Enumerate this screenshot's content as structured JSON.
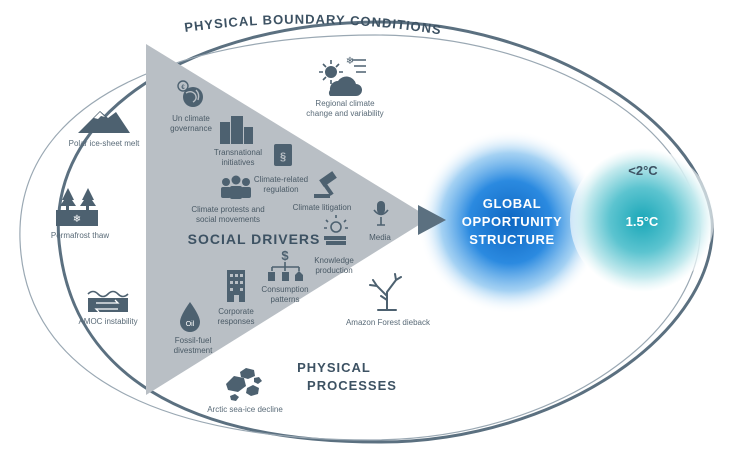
{
  "colors": {
    "ring": "#5b7080",
    "triangle": "#b9bfc5",
    "glow_blue": "#1e7fd6",
    "glow_teal": "#7fd0dc",
    "text_dark": "#3d5263"
  },
  "boundary_title": "PHYSICAL BOUNDARY CONDITIONS",
  "social_drivers": {
    "title": "SOCIAL DRIVERS",
    "items": [
      {
        "label": [
          "Un climate",
          "governance"
        ],
        "icon": "globe-icon"
      },
      {
        "label": [
          "Transnational",
          "initiatives"
        ],
        "icon": "buildings-icon"
      },
      {
        "label": [
          "Climate-related",
          "regulation"
        ],
        "icon": "document-icon"
      },
      {
        "label": [
          "Climate protests and",
          "social movements"
        ],
        "icon": "crowd-icon"
      },
      {
        "label": [
          "Climate litigation"
        ],
        "icon": "gavel-icon"
      },
      {
        "label": [
          "Media"
        ],
        "icon": "microphone-icon"
      },
      {
        "label": [
          "Knowledge",
          "production"
        ],
        "icon": "lightbulb-books-icon"
      },
      {
        "label": [
          "Consumption",
          "patterns"
        ],
        "icon": "dollar-tree-icon"
      },
      {
        "label": [
          "Corporate",
          "responses"
        ],
        "icon": "office-building-icon"
      },
      {
        "label": [
          "Fossil-fuel",
          "divestment"
        ],
        "icon": "oil-drop-icon"
      }
    ]
  },
  "physical_items": [
    {
      "label": [
        "Regional climate",
        "change and variability"
      ],
      "icon": "weather-icon"
    },
    {
      "label": [
        "Polar ice-sheet melt"
      ],
      "icon": "mountain-icon"
    },
    {
      "label": [
        "Permafrost thaw"
      ],
      "icon": "permafrost-icon"
    },
    {
      "label": [
        "AMOC instability"
      ],
      "icon": "ocean-current-icon"
    },
    {
      "label": [
        "Amazon Forest dieback"
      ],
      "icon": "dead-tree-icon"
    },
    {
      "label": [
        "Arctic sea-ice decline"
      ],
      "icon": "sea-ice-icon"
    }
  ],
  "physical_processes_title": [
    "PHYSICAL",
    "PROCESSES"
  ],
  "oil_text": "Oil",
  "global_structure": [
    "GLOBAL",
    "OPPORTUNITY",
    "STRUCTURE"
  ],
  "targets": {
    "lt2": "<2°C",
    "t15": "1.5°C"
  }
}
